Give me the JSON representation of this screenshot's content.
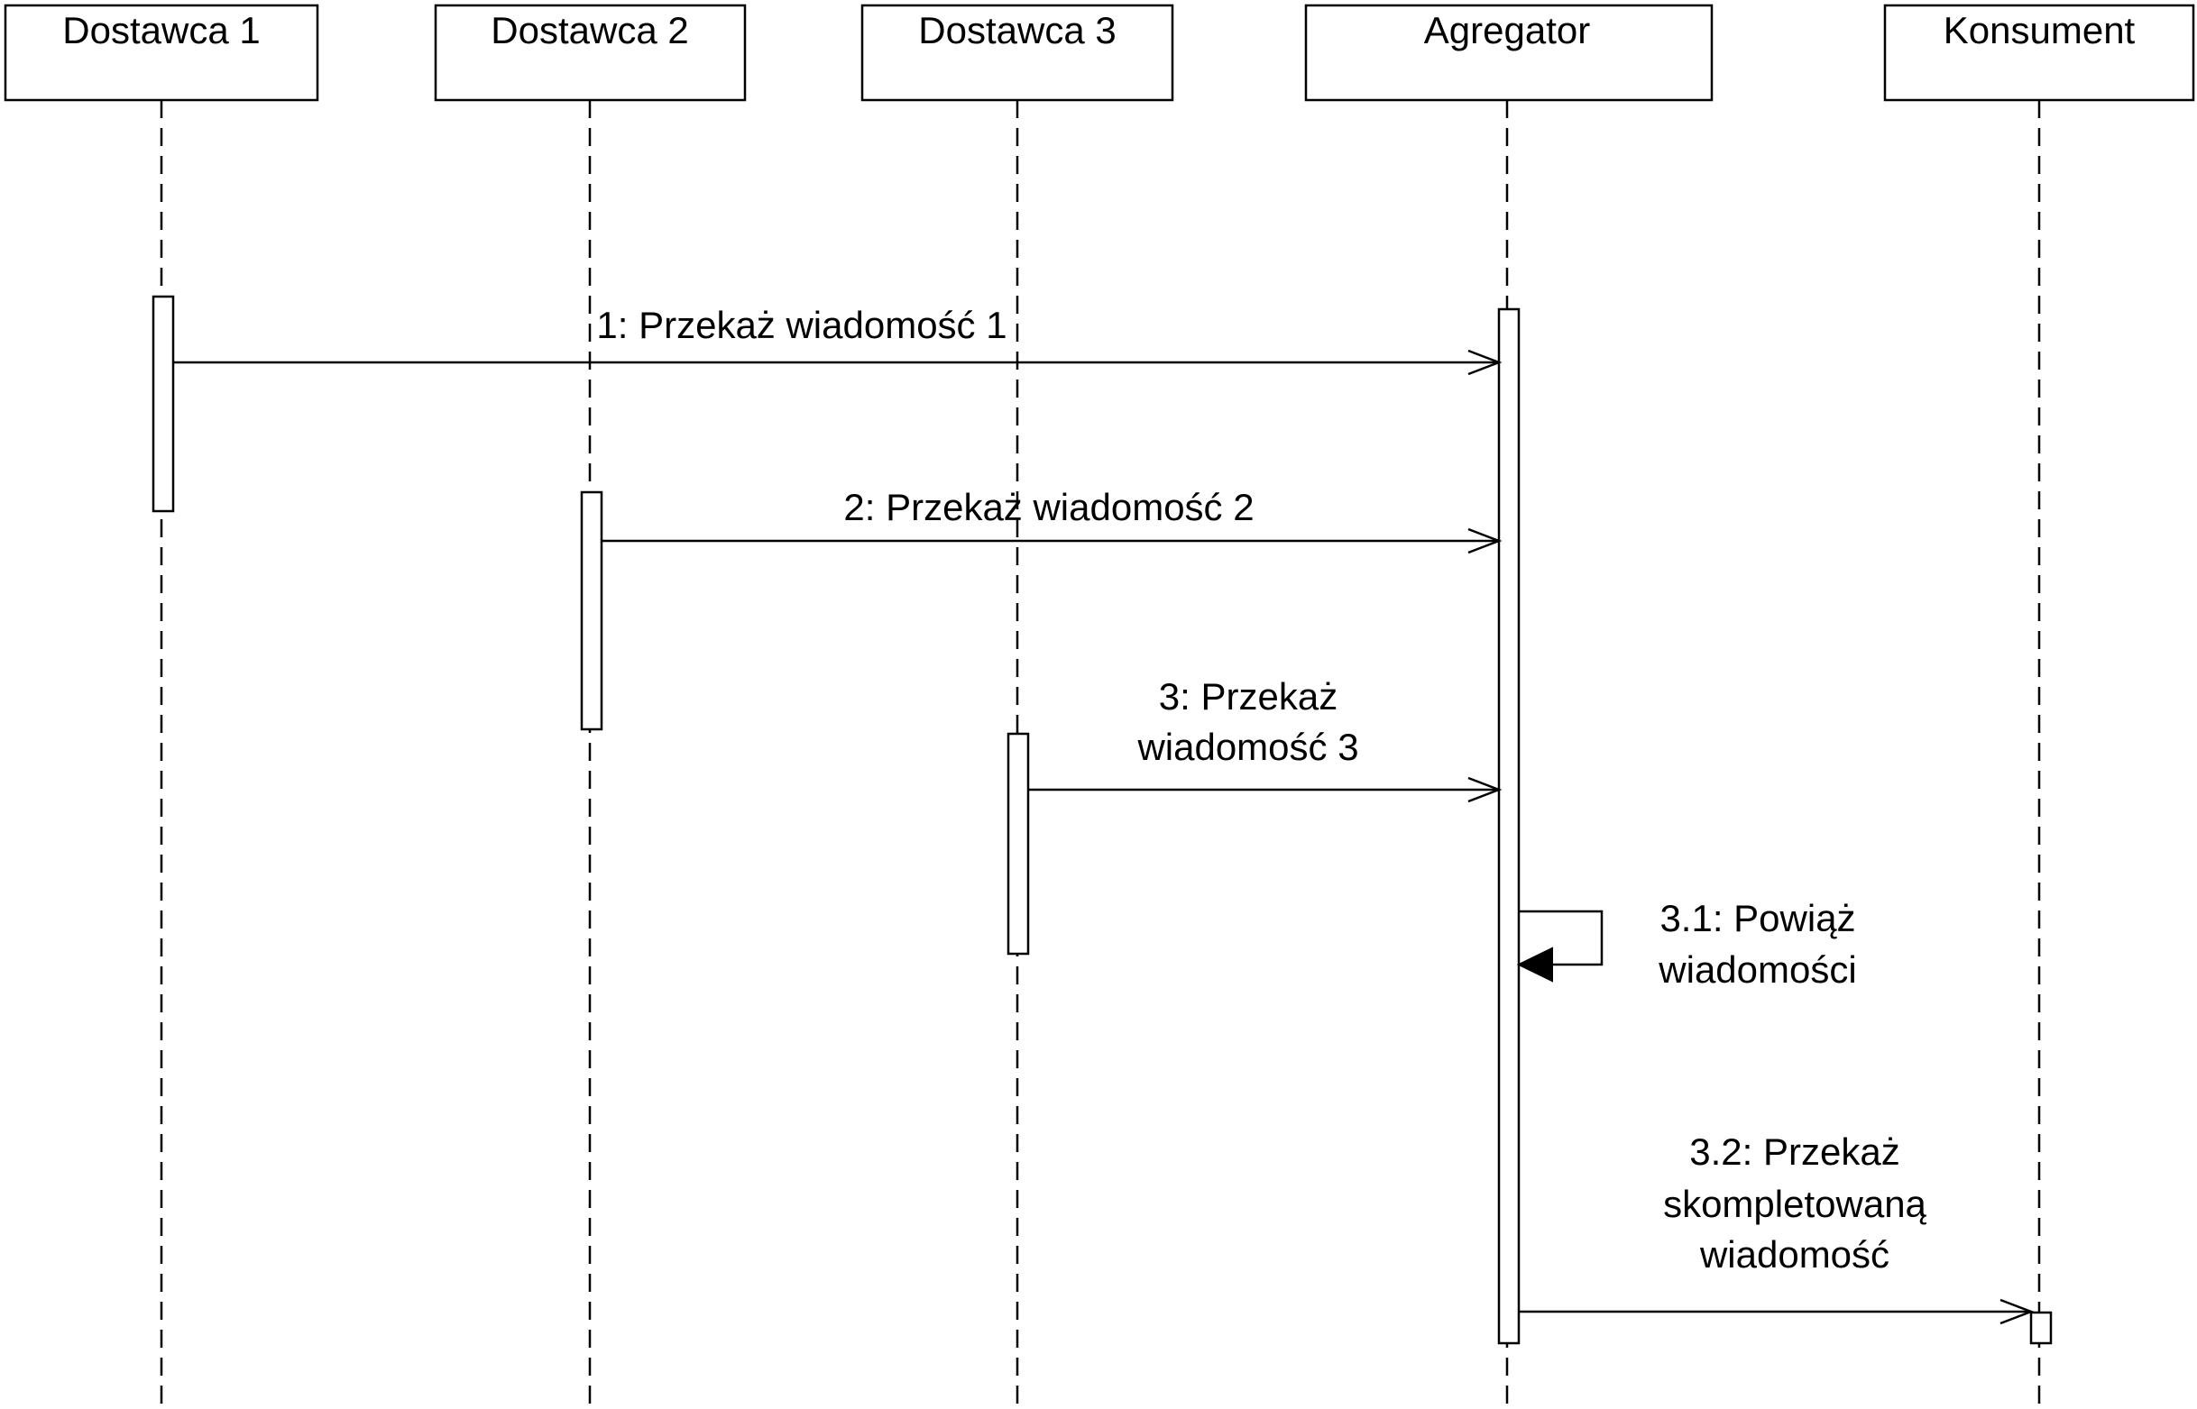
{
  "participants": [
    {
      "id": "d1",
      "label": "Dostawca 1"
    },
    {
      "id": "d2",
      "label": "Dostawca 2"
    },
    {
      "id": "d3",
      "label": "Dostawca 3"
    },
    {
      "id": "agg",
      "label": "Agregator"
    },
    {
      "id": "kons",
      "label": "Konsument"
    }
  ],
  "messages": [
    {
      "id": "m1",
      "from": "Dostawca 1",
      "to": "Agregator",
      "lines": [
        "1: Przekaż wiadomość 1"
      ]
    },
    {
      "id": "m2",
      "from": "Dostawca 2",
      "to": "Agregator",
      "lines": [
        "2: Przekaż wiadomość 2"
      ]
    },
    {
      "id": "m3",
      "from": "Dostawca 3",
      "to": "Agregator",
      "lines": [
        "3: Przekaż",
        "wiadomość 3"
      ]
    },
    {
      "id": "m31",
      "from": "Agregator",
      "to": "Agregator",
      "lines": [
        "3.1: Powiąż",
        "wiadomości"
      ]
    },
    {
      "id": "m32",
      "from": "Agregator",
      "to": "Konsument",
      "lines": [
        "3.2: Przekaż",
        "skompletowaną",
        "wiadomość"
      ]
    }
  ]
}
